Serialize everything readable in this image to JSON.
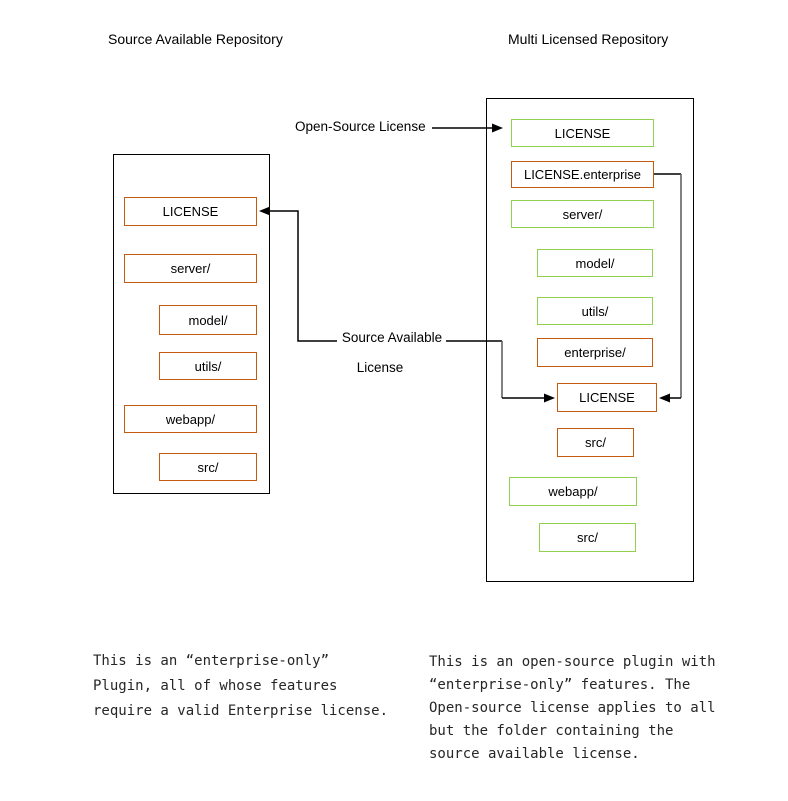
{
  "colors": {
    "orange": "#C55A11",
    "green": "#92D050",
    "line": "#000000",
    "gray": "#595959"
  },
  "titles": {
    "left": "Source Available Repository",
    "right": "Multi Licensed Repository"
  },
  "labels": {
    "open_source": "Open-Source License",
    "source_available_1": "Source Available",
    "source_available_2": "License"
  },
  "left_repo": {
    "items": [
      {
        "label": "LICENSE",
        "color": "orange"
      },
      {
        "label": "server/",
        "color": "orange"
      },
      {
        "label": "model/",
        "color": "orange"
      },
      {
        "label": "utils/",
        "color": "orange"
      },
      {
        "label": "webapp/",
        "color": "orange"
      },
      {
        "label": "src/",
        "color": "orange"
      }
    ]
  },
  "right_repo": {
    "items": [
      {
        "label": "LICENSE",
        "color": "green"
      },
      {
        "label": "LICENSE.enterprise",
        "color": "orange"
      },
      {
        "label": "server/",
        "color": "green"
      },
      {
        "label": "model/",
        "color": "green"
      },
      {
        "label": "utils/",
        "color": "green"
      },
      {
        "label": "enterprise/",
        "color": "orange"
      },
      {
        "label": "LICENSE",
        "color": "orange"
      },
      {
        "label": "src/",
        "color": "orange"
      },
      {
        "label": "webapp/",
        "color": "green"
      },
      {
        "label": "src/",
        "color": "green"
      }
    ]
  },
  "notes": {
    "left": {
      "lines": [
        "This is an “enterprise-only”",
        "Plugin, all of whose features",
        "require a valid Enterprise license."
      ]
    },
    "right": {
      "lines": [
        "This is an open-source plugin with",
        "“enterprise-only” features. The",
        "Open-source license applies to all",
        "but the folder containing the",
        "source available license."
      ]
    }
  }
}
